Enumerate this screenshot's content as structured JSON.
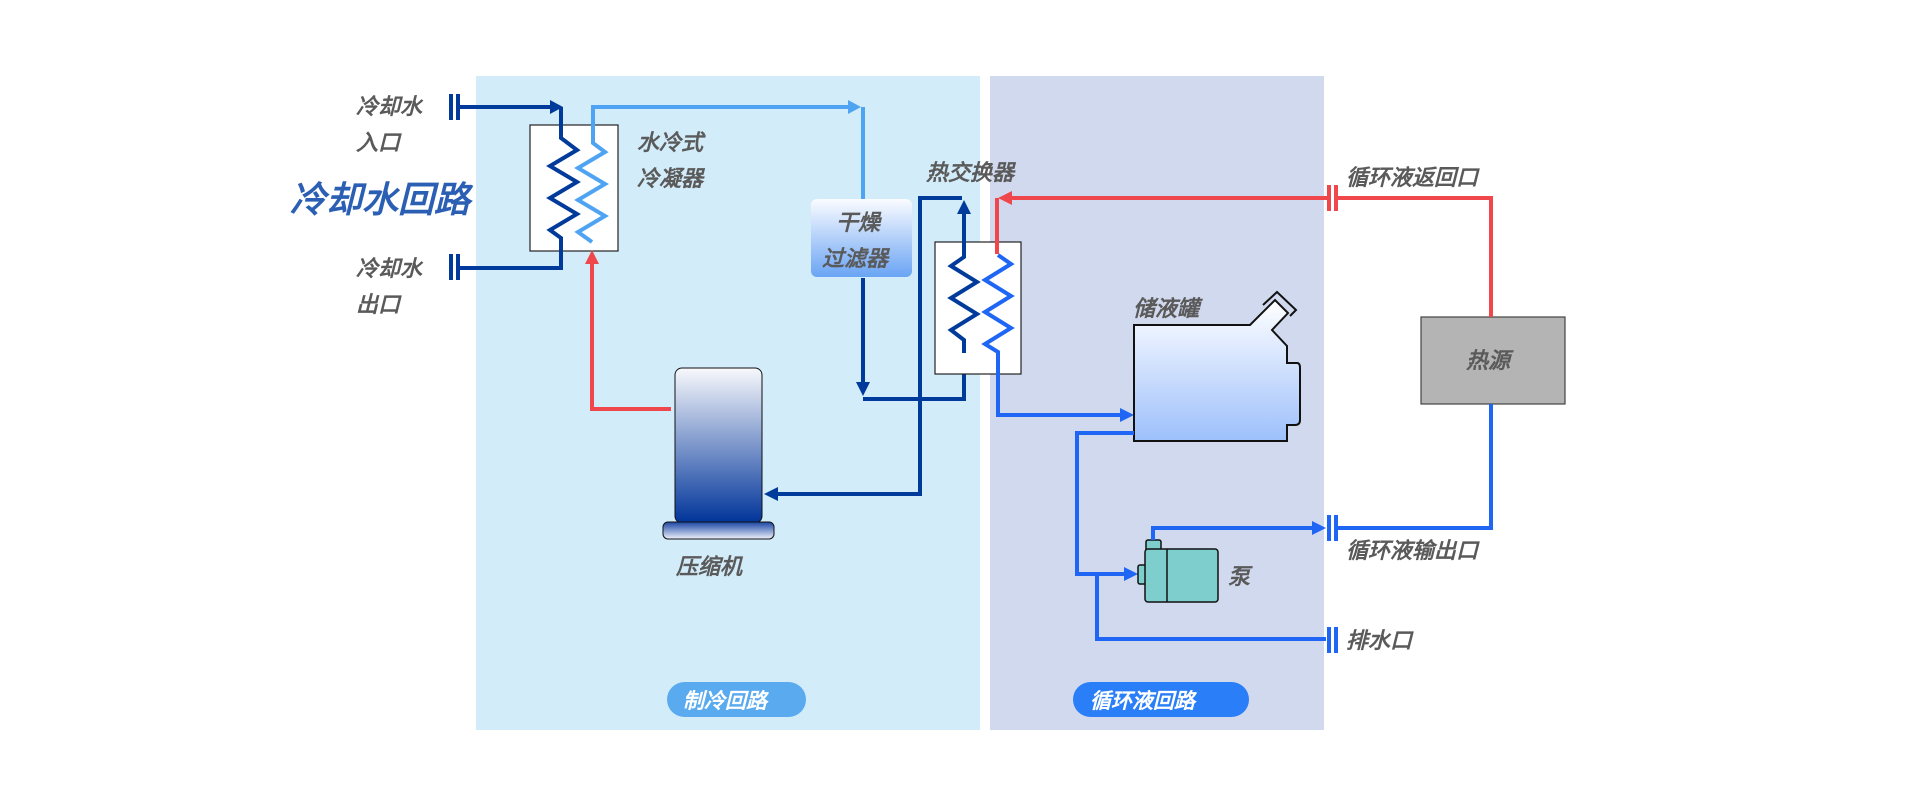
{
  "diagram": {
    "title": "冷却水回路",
    "colors": {
      "cooling_water": "#003a9b",
      "refrigerant_hot": "#f0474c",
      "refrigerant_cool": "#4ea4f2",
      "coolant": "#1f66f5",
      "refrigeration_panel": "#d2ecf9",
      "coolant_panel": "#d1d9ee",
      "heat_source": "#b4b4b4",
      "pump": "#7ecece",
      "label": "#5a5a5a",
      "title": "#2b5fb4"
    },
    "regions": [
      {
        "label": "制冷回路",
        "badge_color": "#5aaaf0"
      },
      {
        "label": "循环液回路",
        "badge_color": "#2a7ff8"
      }
    ],
    "ports": {
      "cooling_water_in": [
        "冷却水",
        "入口"
      ],
      "cooling_water_out": [
        "冷却水",
        "出口"
      ],
      "coolant_return": "循环液返回口",
      "coolant_out": "循环液输出口",
      "drain": "排水口"
    },
    "components": {
      "condenser": [
        "水冷式",
        "冷凝器"
      ],
      "drier_filter": [
        "干燥",
        "过滤器"
      ],
      "heat_exchanger": "热交换器",
      "compressor": "压缩机",
      "tank": "储液罐",
      "pump": "泵",
      "heat_source": "热源"
    }
  }
}
